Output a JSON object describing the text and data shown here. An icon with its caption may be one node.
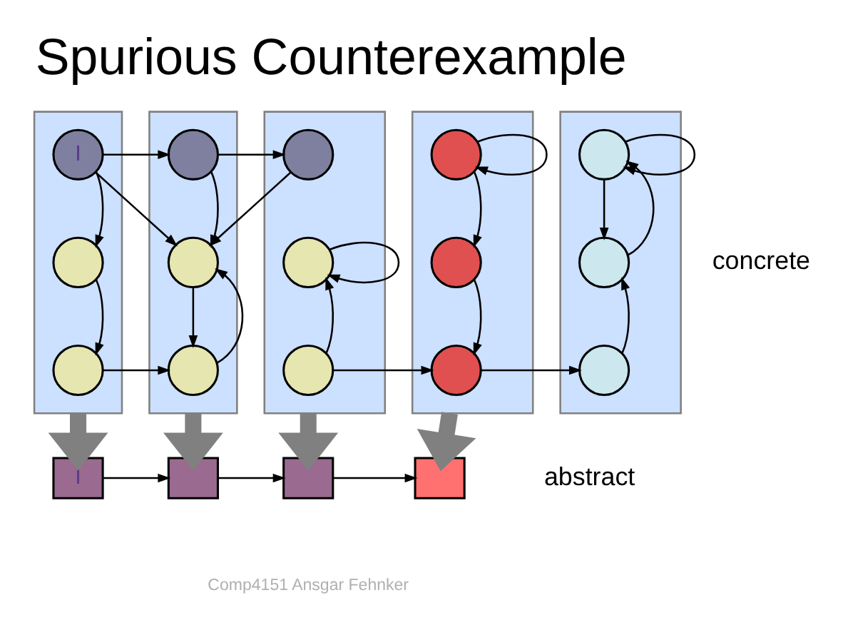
{
  "diagram": {
    "title": "Spurious Counterexample",
    "nodes": [
      {
        "text": [],
        "shape": "box"
      },
      {
        "text": [
          "I"
        ],
        "in": 0
      },
      {
        "text": [],
        "shape": "circle",
        "in": 0
      },
      {
        "text": [],
        "shape": "circle",
        "in": 0
      },
      {
        "text": [],
        "shape": "box"
      },
      {
        "text": [],
        "shape": "circle",
        "in": 4
      },
      {
        "text": [],
        "shape": "circle",
        "in": 4
      },
      {
        "text": [],
        "shape": "circle",
        "in": 4
      },
      {
        "text": [],
        "shape": "box"
      },
      {
        "text": [],
        "shape": "circle",
        "in": 8
      },
      {
        "text": [],
        "shape": "circle",
        "in": 8
      },
      {
        "text": [],
        "shape": "circle",
        "in": 8
      },
      {
        "text": [],
        "shape": "box"
      },
      {
        "text": [],
        "shape": "circle",
        "in": 12
      },
      {
        "text": [],
        "shape": "circle",
        "in": 12
      },
      {
        "text": [],
        "shape": "circle",
        "in": 12
      },
      {
        "text": [],
        "shape": "box"
      },
      {
        "text": [],
        "shape": "circle",
        "in": 16
      },
      {
        "text": [],
        "shape": "circle",
        "in": 16
      },
      {
        "text": [],
        "shape": "circle",
        "in": 16
      },
      {
        "text": [
          "I"
        ]
      },
      {
        "text": [],
        "shape": "box"
      },
      {
        "text": [],
        "shape": "box"
      },
      {
        "text": [],
        "shape": "box"
      }
    ],
    "edges": [
      {
        "from": 1,
        "to": 5,
        "arrow": "to"
      },
      {
        "from": 5,
        "to": 9,
        "arrow": "to"
      },
      {
        "from": 1,
        "to": 2,
        "arrow": "to"
      },
      {
        "from": 2,
        "to": 3,
        "arrow": "to"
      },
      {
        "from": 3,
        "to": 7,
        "arrow": "to"
      },
      {
        "from": 1,
        "to": 6,
        "arrow": "to"
      },
      {
        "from": 5,
        "to": 6,
        "arrow": "to"
      },
      {
        "from": 9,
        "to": 6,
        "arrow": "to"
      },
      {
        "from": 6,
        "to": 7,
        "arrow": "to"
      },
      {
        "from": 7,
        "to": 6,
        "arrow": "to"
      },
      {
        "from": 10,
        "to": 10,
        "arrow": "to"
      },
      {
        "from": 11,
        "to": 10,
        "arrow": "to"
      },
      {
        "from": 11,
        "to": 15,
        "arrow": "to"
      },
      {
        "from": 13,
        "to": 13,
        "arrow": "to"
      },
      {
        "from": 13,
        "to": 14,
        "arrow": "to"
      },
      {
        "from": 14,
        "to": 15,
        "arrow": "to"
      },
      {
        "from": 15,
        "to": 19,
        "arrow": "to"
      },
      {
        "from": 17,
        "to": 17,
        "arrow": "to"
      },
      {
        "from": 17,
        "to": 18,
        "arrow": "to"
      },
      {
        "from": 18,
        "to": 17,
        "arrow": "to"
      },
      {
        "from": 19,
        "to": 18,
        "arrow": "to"
      },
      {
        "from": 0,
        "to": 20,
        "arrow": "to",
        "style": "thick",
        "color": "#808080"
      },
      {
        "from": 4,
        "to": 21,
        "arrow": "to",
        "style": "thick",
        "color": "#808080"
      },
      {
        "from": 8,
        "to": 22,
        "arrow": "to",
        "style": "thick",
        "color": "#808080"
      },
      {
        "from": 12,
        "to": 23,
        "arrow": "to",
        "style": "thick",
        "color": "#808080"
      },
      {
        "from": 20,
        "to": 21,
        "arrow": "to"
      },
      {
        "from": 21,
        "to": 22,
        "arrow": "to"
      },
      {
        "from": 22,
        "to": 23,
        "arrow": "to"
      }
    ],
    "labels": [
      "concrete",
      "abstract",
      "Comp4151 Ansgar Fehnker"
    ]
  }
}
